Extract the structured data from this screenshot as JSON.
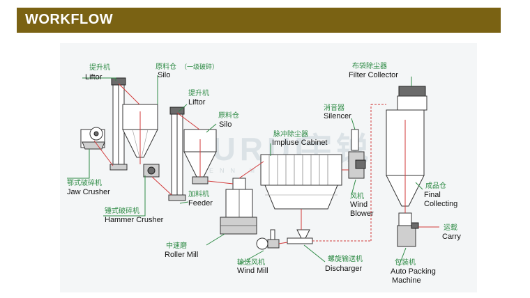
{
  "header": {
    "title": "WORKFLOW",
    "background": "#7a6213"
  },
  "watermark": {
    "brand": "YURUI",
    "brand_cn": "宇锐",
    "tagline": "ENN MACHINERY"
  },
  "labels": {
    "liftor1": {
      "zh": "提升机",
      "en": "Liftor"
    },
    "silo1": {
      "zh": "原料仓",
      "zh_note": "（一级破碎）",
      "en": "Silo"
    },
    "liftor2": {
      "zh": "提升机",
      "en": "Liftor"
    },
    "silo2": {
      "zh": "原料仓",
      "en": "Silo"
    },
    "impulse": {
      "zh": "脉冲除尘器",
      "en": "Impluse Cabinet"
    },
    "silencer": {
      "zh": "消音器",
      "en": "Silencer"
    },
    "filter": {
      "zh": "布袋除尘器",
      "en": "Filter Collector"
    },
    "jaw": {
      "zh": "鄂式破碎机",
      "en": "Jaw Crusher"
    },
    "hammer": {
      "zh": "锤式破碎机",
      "en": "Hammer Crusher"
    },
    "feeder": {
      "zh": "加料机",
      "en": "Feeder"
    },
    "roller": {
      "zh": "中速磨",
      "en": "Roller Mill"
    },
    "windmill": {
      "zh": "输送风机",
      "en": "Wind Mill"
    },
    "discharger": {
      "zh": "螺旋输送机",
      "en": "Discharger"
    },
    "blower": {
      "zh": "风机",
      "en": "Wind",
      "en2": "Blower"
    },
    "final": {
      "zh": "成品仓",
      "en": "Final",
      "en2": "Collecting"
    },
    "carry": {
      "zh": "运载",
      "en": "Carry"
    },
    "packing": {
      "zh": "包装机",
      "en": "Auto Packing",
      "en2": "Machine"
    }
  }
}
